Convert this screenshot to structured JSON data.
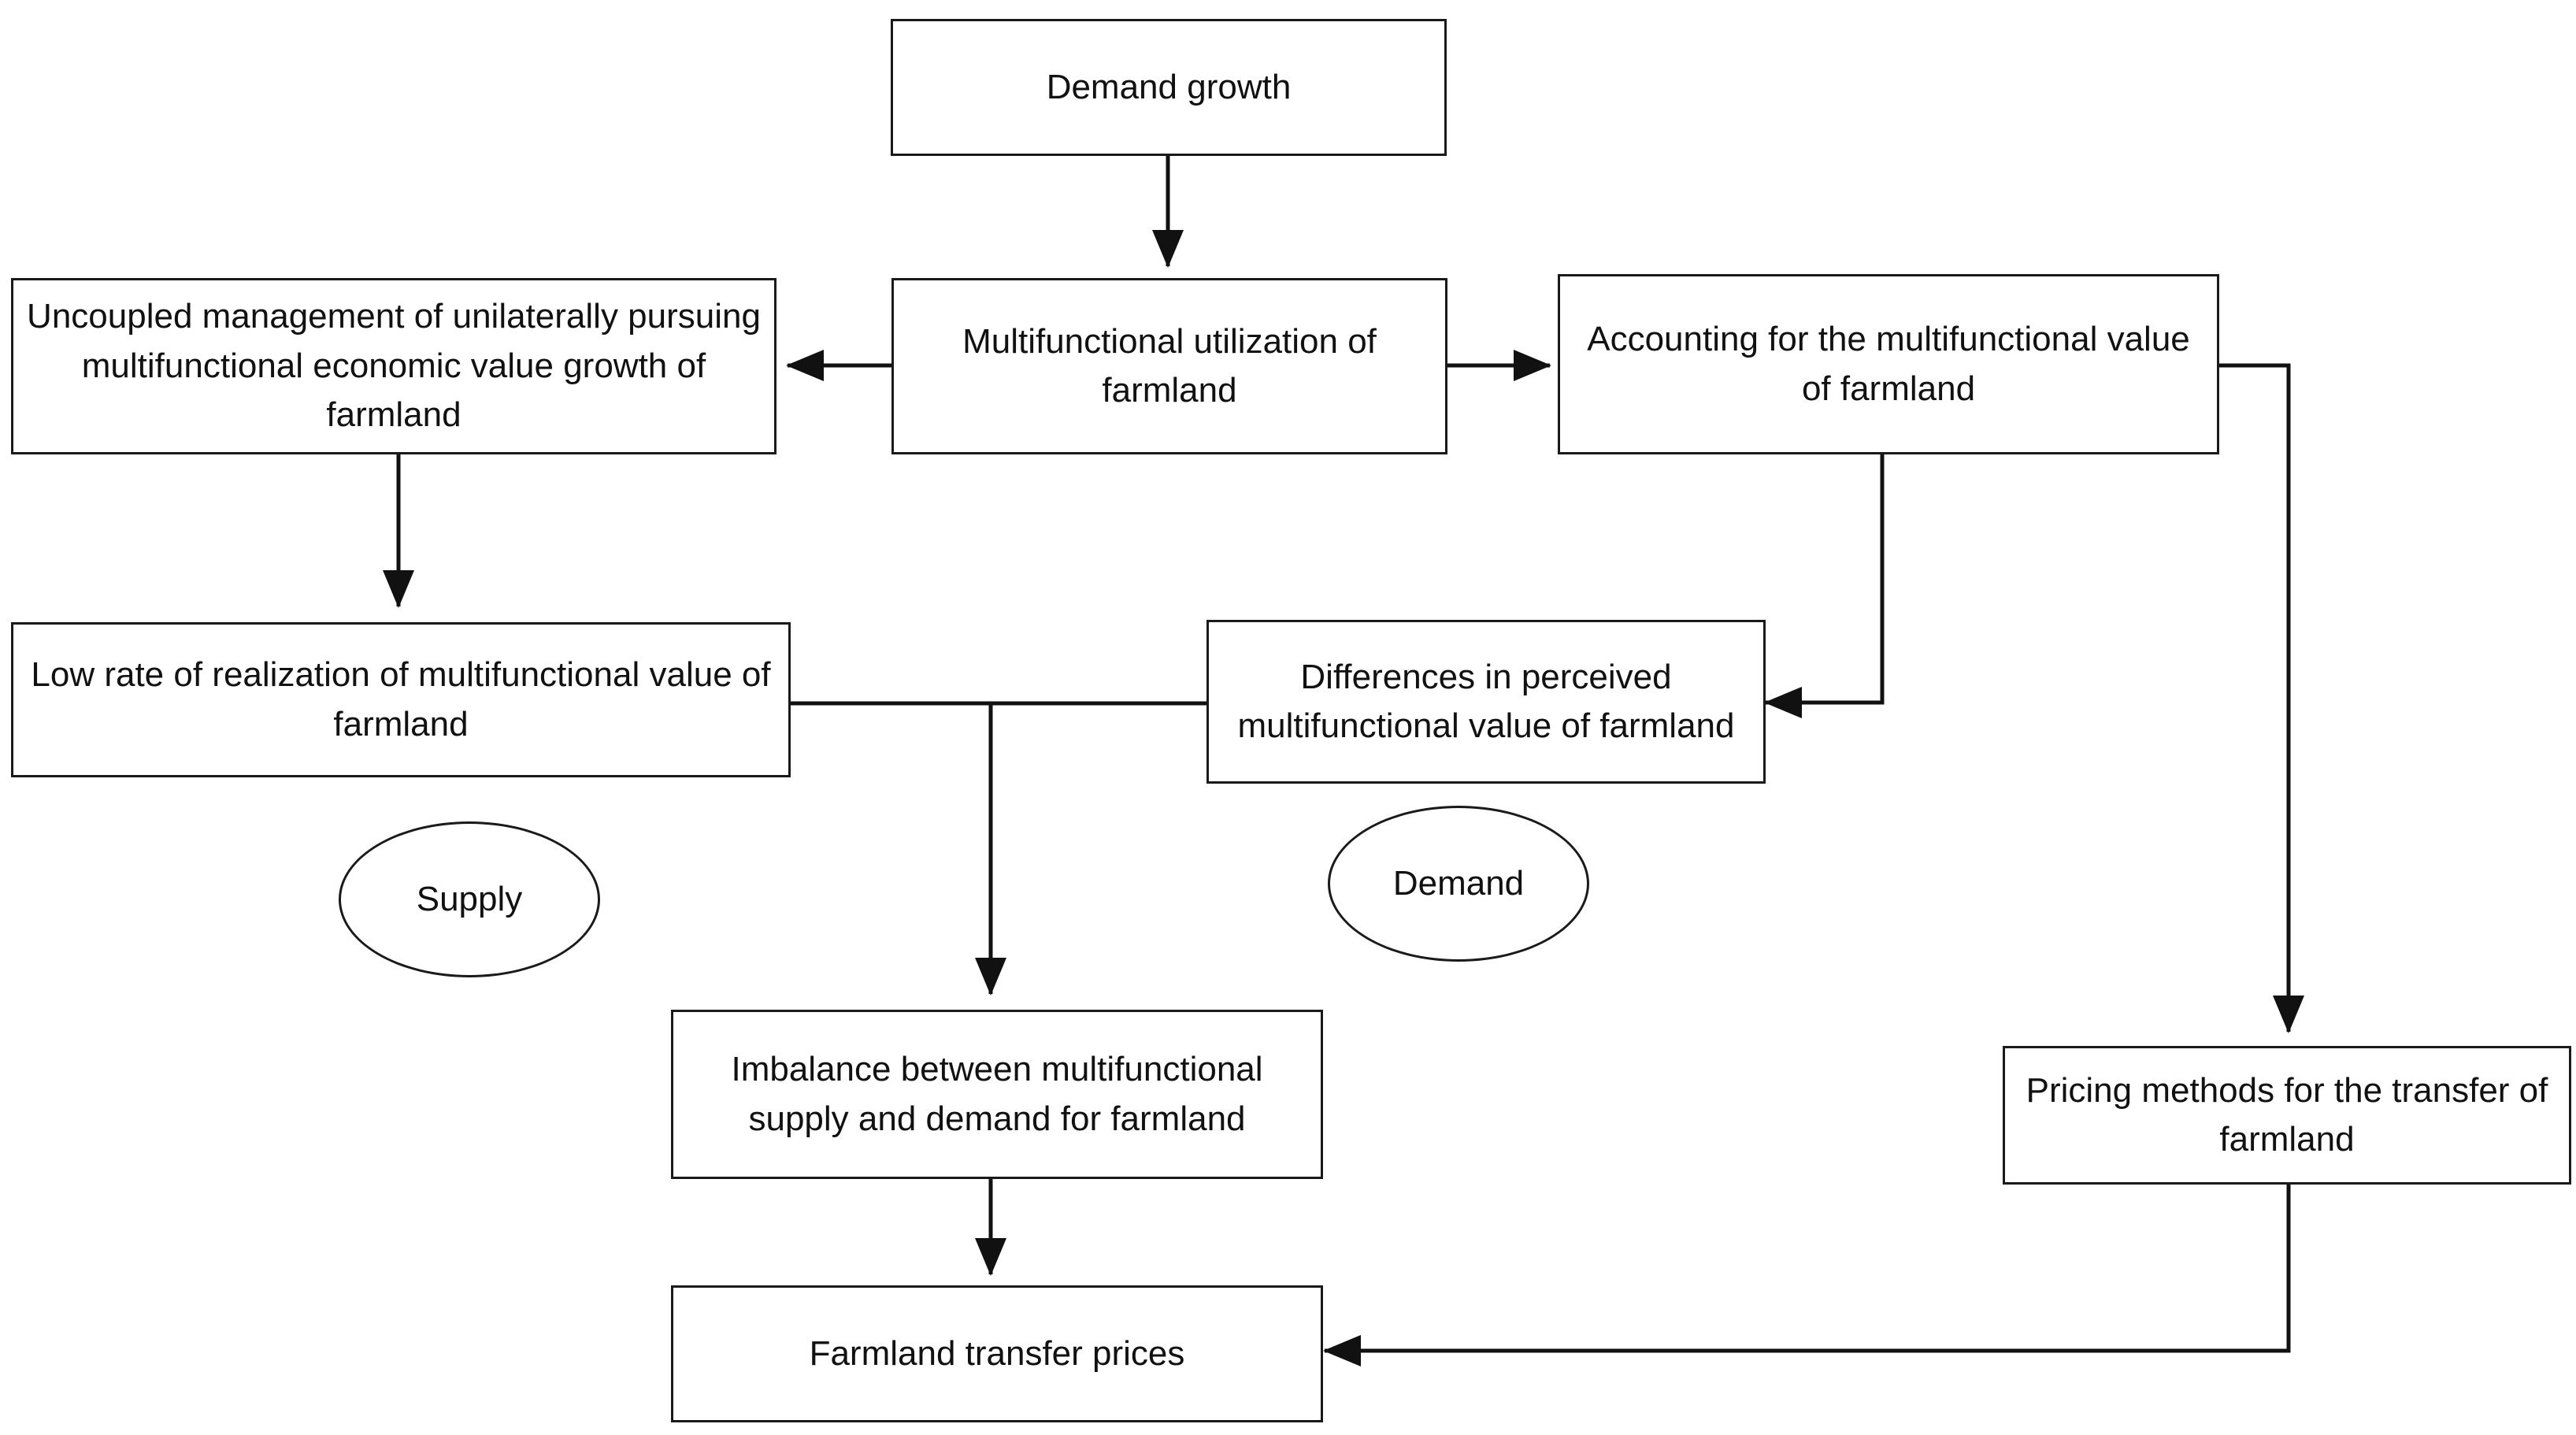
{
  "diagram": {
    "title": "Farmland multifunctional value and transfer price flowchart",
    "line_color": "#1a1a1a",
    "text_color": "#111111",
    "background": "#ffffff",
    "nodes": [
      {
        "id": "demand-growth",
        "shape": "rectangle",
        "label": "Demand growth"
      },
      {
        "id": "uncoupled-management",
        "shape": "rectangle",
        "label": "Uncoupled management of unilaterally pursuing multifunctional economic value growth of farmland"
      },
      {
        "id": "multifunctional-utilization",
        "shape": "rectangle",
        "label": "Multifunctional utilization of farmland"
      },
      {
        "id": "accounting-multifunctional-value",
        "shape": "rectangle",
        "label": "Accounting for the multifunctional value of farmland"
      },
      {
        "id": "low-rate-realization",
        "shape": "rectangle",
        "label": "Low rate of realization of multifunctional value of farmland"
      },
      {
        "id": "differences-perceived-value",
        "shape": "rectangle",
        "label": "Differences in perceived multifunctional value of farmland"
      },
      {
        "id": "supply",
        "shape": "ellipse",
        "label": "Supply"
      },
      {
        "id": "demand",
        "shape": "ellipse",
        "label": "Demand"
      },
      {
        "id": "imbalance-supply-demand",
        "shape": "rectangle",
        "label": "Imbalance between multifunctional supply and demand for farmland"
      },
      {
        "id": "pricing-methods",
        "shape": "rectangle",
        "label": "Pricing methods for the transfer of farmland"
      },
      {
        "id": "farmland-transfer-prices",
        "shape": "rectangle",
        "label": "Farmland transfer prices"
      }
    ],
    "edges": [
      {
        "id": "e1",
        "from": "demand-growth",
        "to": "multifunctional-utilization",
        "arrow": true
      },
      {
        "id": "e2",
        "from": "multifunctional-utilization",
        "to": "uncoupled-management",
        "arrow": true
      },
      {
        "id": "e3",
        "from": "multifunctional-utilization",
        "to": "accounting-multifunctional-value",
        "arrow": true
      },
      {
        "id": "e4",
        "from": "uncoupled-management",
        "to": "low-rate-realization",
        "arrow": true
      },
      {
        "id": "e5",
        "from": "accounting-multifunctional-value",
        "to": "differences-perceived-value",
        "arrow": true
      },
      {
        "id": "e6",
        "from": "accounting-multifunctional-value",
        "to": "pricing-methods",
        "arrow": true
      },
      {
        "id": "e7",
        "from": "low-rate-realization",
        "to": "differences-perceived-value",
        "arrow": false
      },
      {
        "id": "e8",
        "from": "low-rate-realization",
        "to": "imbalance-supply-demand",
        "arrow": true
      },
      {
        "id": "e9",
        "from": "imbalance-supply-demand",
        "to": "farmland-transfer-prices",
        "arrow": true
      },
      {
        "id": "e10",
        "from": "pricing-methods",
        "to": "farmland-transfer-prices",
        "arrow": true
      }
    ]
  }
}
